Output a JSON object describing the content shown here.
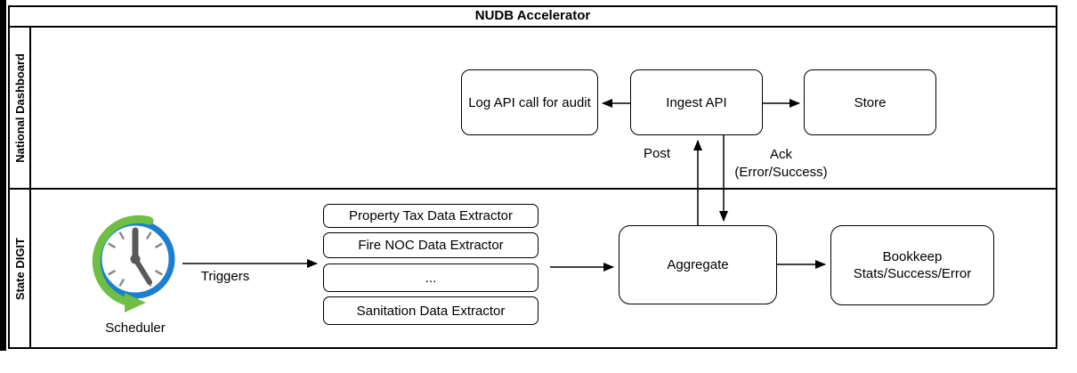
{
  "title": "NUDB Accelerator",
  "lanes": [
    {
      "label": "National Dashboard"
    },
    {
      "label": "State DIGIT"
    }
  ],
  "nodes": {
    "log_api": "Log API call for audit",
    "ingest_api": "Ingest API",
    "store": "Store",
    "aggregate": "Aggregate",
    "bookkeep": {
      "line1": "Bookkeep",
      "line2": "Stats/Success/Error"
    },
    "extractors": [
      "Property Tax Data Extractor",
      "Fire NOC Data Extractor",
      "...",
      "Sanitation Data Extractor"
    ],
    "scheduler": "Scheduler"
  },
  "edge_labels": {
    "post": "Post",
    "ack_line1": "Ack",
    "ack_line2": "(Error/Success)",
    "triggers": "Triggers"
  },
  "colors": {
    "line": "#000000",
    "clock_ring": "#1b7fd0",
    "clock_swoosh": "#6fbf44",
    "clock_hands": "#595959",
    "clock_ticks": "#8a8a8a"
  }
}
